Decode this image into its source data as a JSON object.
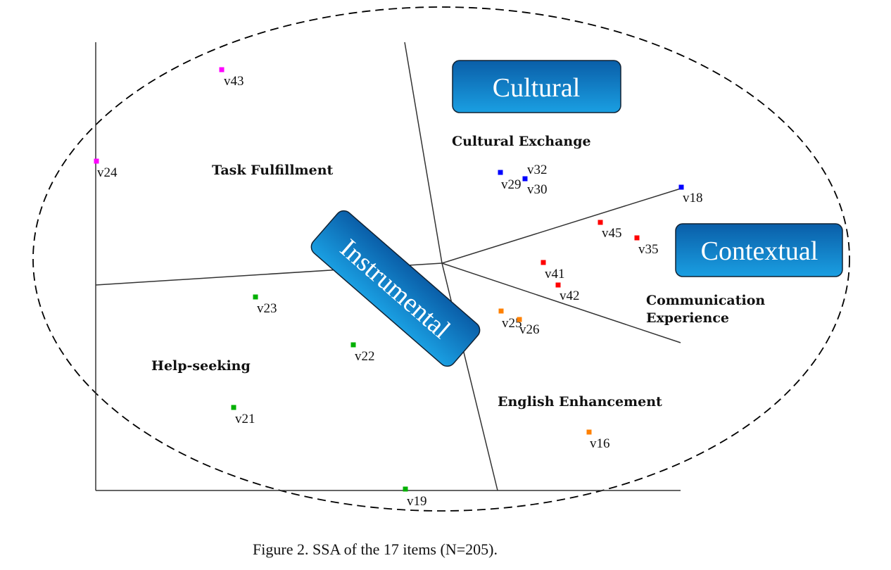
{
  "chart_data": {
    "type": "scatter",
    "title": "",
    "caption": "Figure 2. SSA of the 17 items (N=205).",
    "xlabel": "",
    "ylabel": "",
    "grid": false,
    "regions": {
      "cultural": "Cultural",
      "contextual": "Contextual",
      "instrumental": "Instrumental"
    },
    "facets": {
      "cultural_exchange": "Cultural Exchange",
      "task_fulfillment": "Task Fulfillment",
      "communication_experience_1": "Communication",
      "communication_experience_2": "Experience",
      "english_enhancement": "English Enhancement",
      "help_seeking": "Help-seeking"
    },
    "colors": {
      "task_fulfillment": "#ff00ff",
      "cultural_exchange": "#0000ff",
      "communication_experience": "#ff0000",
      "english_enhancement": "#ff8000",
      "help_seeking": "#00b000",
      "box_dark": "#0a5ea8",
      "box_light": "#1a9fe2"
    },
    "points": [
      {
        "label": "v43",
        "facet": "task_fulfillment"
      },
      {
        "label": "v24",
        "facet": "task_fulfillment"
      },
      {
        "label": "v29",
        "facet": "cultural_exchange"
      },
      {
        "label": "v32",
        "facet": "cultural_exchange"
      },
      {
        "label": "v30",
        "facet": "cultural_exchange"
      },
      {
        "label": "v18",
        "facet": "cultural_exchange"
      },
      {
        "label": "v45",
        "facet": "communication_experience"
      },
      {
        "label": "v35",
        "facet": "communication_experience"
      },
      {
        "label": "v41",
        "facet": "communication_experience"
      },
      {
        "label": "v42",
        "facet": "communication_experience"
      },
      {
        "label": "v25",
        "facet": "english_enhancement"
      },
      {
        "label": "v26",
        "facet": "english_enhancement"
      },
      {
        "label": "v16",
        "facet": "english_enhancement"
      },
      {
        "label": "v23",
        "facet": "help_seeking"
      },
      {
        "label": "v22",
        "facet": "help_seeking"
      },
      {
        "label": "v21",
        "facet": "help_seeking"
      },
      {
        "label": "v19",
        "facet": "help_seeking"
      }
    ]
  }
}
